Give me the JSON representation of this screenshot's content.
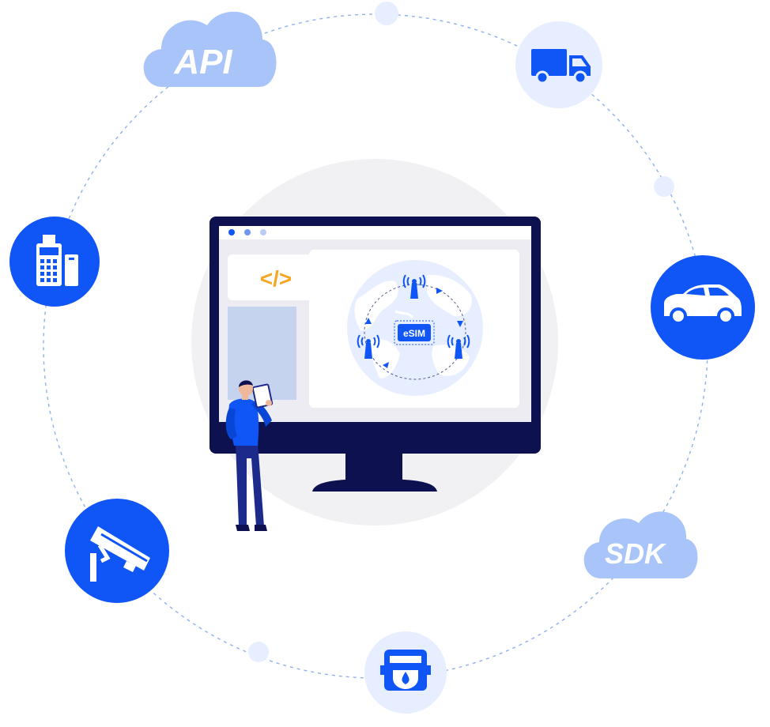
{
  "labels": {
    "api": "API",
    "sdk": "SDK",
    "code": "</>",
    "esim": "eSIM"
  },
  "colors": {
    "primary": "#1055f5",
    "light_circle": "#e6eeff",
    "cloud": "#a8c4f8",
    "monitor": "#0e1150",
    "screen": "#ececf2",
    "orbit": "#8fb0ee",
    "code": "#f5a623"
  },
  "icons": [
    "cloud-api-icon",
    "truck-icon",
    "pos-terminal-icon",
    "car-icon",
    "security-camera-icon",
    "cloud-sdk-icon",
    "water-meter-icon",
    "antenna-icon",
    "esim-chip-icon",
    "globe-icon",
    "person-with-tablet-icon"
  ]
}
